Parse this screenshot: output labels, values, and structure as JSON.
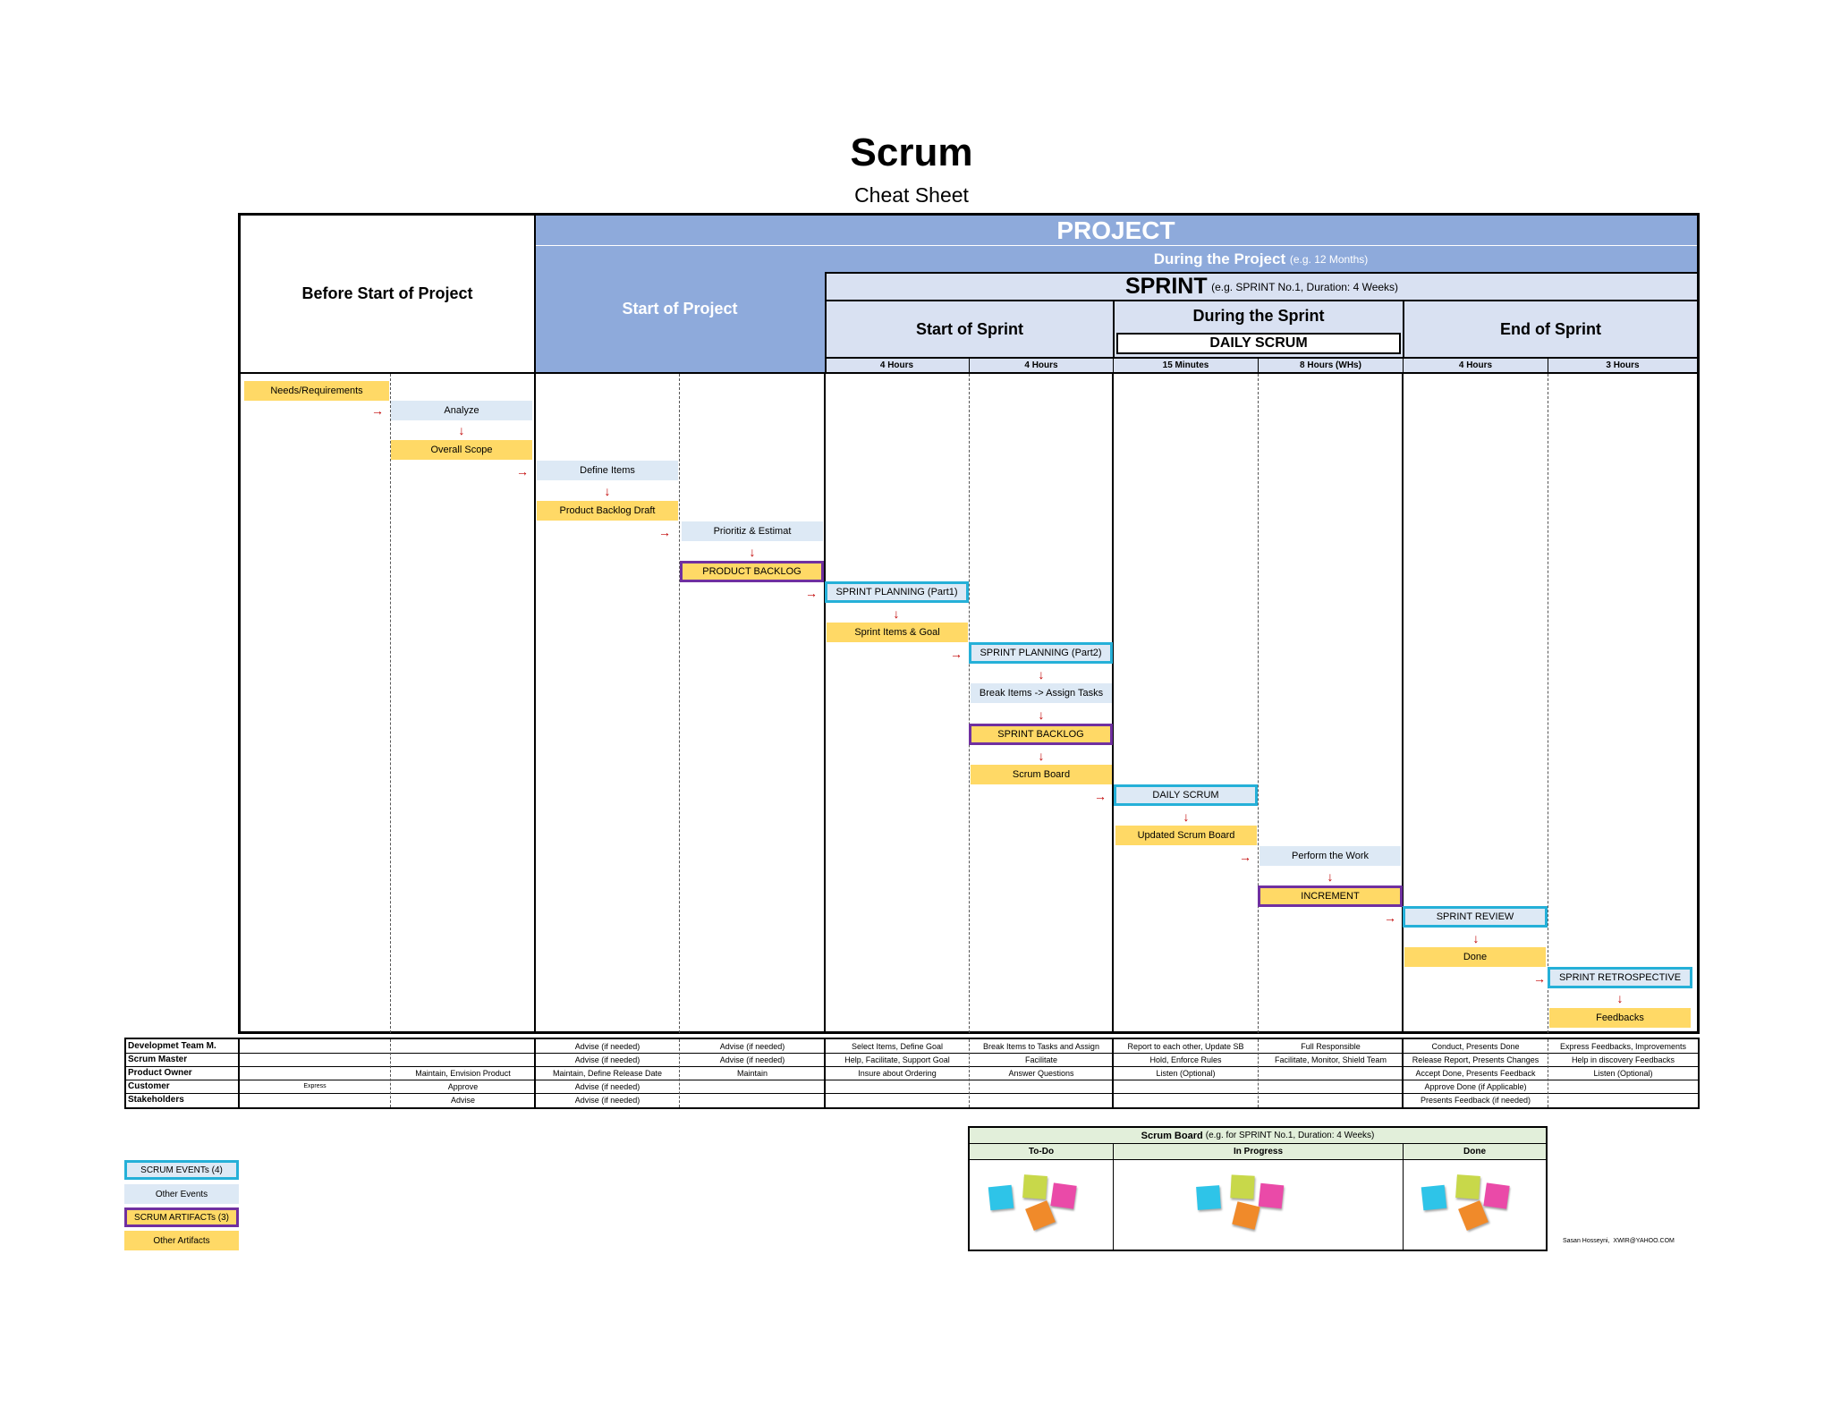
{
  "title": "Scrum",
  "subtitle": "Cheat Sheet",
  "header": {
    "project": "PROJECT",
    "during_project": "During the Project",
    "during_project_note": "(e.g. 12 Months)",
    "sprint": "SPRINT",
    "sprint_note": "(e.g. SPRINT No.1, Duration: 4 Weeks)",
    "before_start": "Before Start of Project",
    "start_project": "Start of Project",
    "start_sprint": "Start of Sprint",
    "during_sprint": "During the Sprint",
    "daily_scrum": "DAILY SCRUM",
    "end_sprint": "End of Sprint",
    "durations": [
      "4 Hours",
      "4 Hours",
      "15 Minutes",
      "8 Hours (WHs)",
      "4 Hours",
      "3 Hours"
    ]
  },
  "activities": {
    "needs": "Needs/Requirements",
    "analyze": "Analyze",
    "overall_scope": "Overall Scope",
    "define_items": "Define Items",
    "backlog_draft": "Product Backlog Draft",
    "prioritize": "Prioritiz & Estimat",
    "product_backlog": "PRODUCT BACKLOG",
    "sprint_planning1": "SPRINT PLANNING (Part1)",
    "sprint_items": "Sprint Items & Goal",
    "sprint_planning2": "SPRINT PLANNING (Part2)",
    "break_items": "Break Items -> Assign Tasks",
    "sprint_backlog": "SPRINT BACKLOG",
    "scrum_board": "Scrum Board",
    "daily_scrum": "DAILY SCRUM",
    "updated_board": "Updated Scrum Board",
    "perform_work": "Perform the Work",
    "increment": "INCREMENT",
    "sprint_review": "SPRINT REVIEW",
    "done": "Done",
    "retrospective": "SPRINT RETROSPECTIVE",
    "feedbacks": "Feedbacks"
  },
  "roles": {
    "names": [
      "Developmet Team M.",
      "Scrum Master",
      "Product Owner",
      "Customer",
      "Stakeholders"
    ],
    "rows": [
      [
        "",
        "",
        "Advise (if needed)",
        "Advise (if needed)",
        "Select Items, Define Goal",
        "Break Items to Tasks and Assign",
        "Report to each other, Update SB",
        "Full Responsible",
        "Conduct, Presents Done",
        "Express Feedbacks, Improvements"
      ],
      [
        "",
        "",
        "Advise (if needed)",
        "Advise (if needed)",
        "Help, Facilitate, Support Goal",
        "Facilitate",
        "Hold, Enforce Rules",
        "Facilitate, Monitor, Shield Team",
        "Release Report, Presents Changes",
        "Help in discovery Feedbacks"
      ],
      [
        "",
        "Maintain, Envision Product",
        "Maintain, Define Release Date",
        "Maintain",
        "Insure about Ordering",
        "Answer Questions",
        "Listen (Optional)",
        "",
        "Accept Done, Presents Feedback",
        "Listen (Optional)"
      ],
      [
        "Express",
        "Approve",
        "Advise (if needed)",
        "",
        "",
        "",
        "",
        "",
        "Approve Done (if Applicable)",
        ""
      ],
      [
        "",
        "Advise",
        "Advise (if needed)",
        "",
        "",
        "",
        "",
        "",
        "Presents Feedback (if needed)",
        ""
      ]
    ]
  },
  "board": {
    "title": "Scrum Board",
    "title_note": "(e.g. for SPRINT No.1, Duration: 4 Weeks)",
    "columns": [
      "To-Do",
      "In Progress",
      "Done"
    ]
  },
  "legend": {
    "scrum_events": "SCRUM EVENTs (4)",
    "other_events": "Other Events",
    "scrum_artifacts": "SCRUM ARTIFACTs (3)",
    "other_artifacts": "Other Artifacts"
  },
  "colors": {
    "header_blue": "#8eaadb",
    "header_light": "#d9e1f2",
    "event_fill": "#dde9f5",
    "artifact_fill": "#ffd966",
    "event_border": "#25b0d8",
    "artifact_border": "#7030a0",
    "arrow": "#c00000"
  },
  "footer": {
    "author": "Sasan Hosseyni,",
    "email": "XWIR@YAHOO.COM"
  }
}
